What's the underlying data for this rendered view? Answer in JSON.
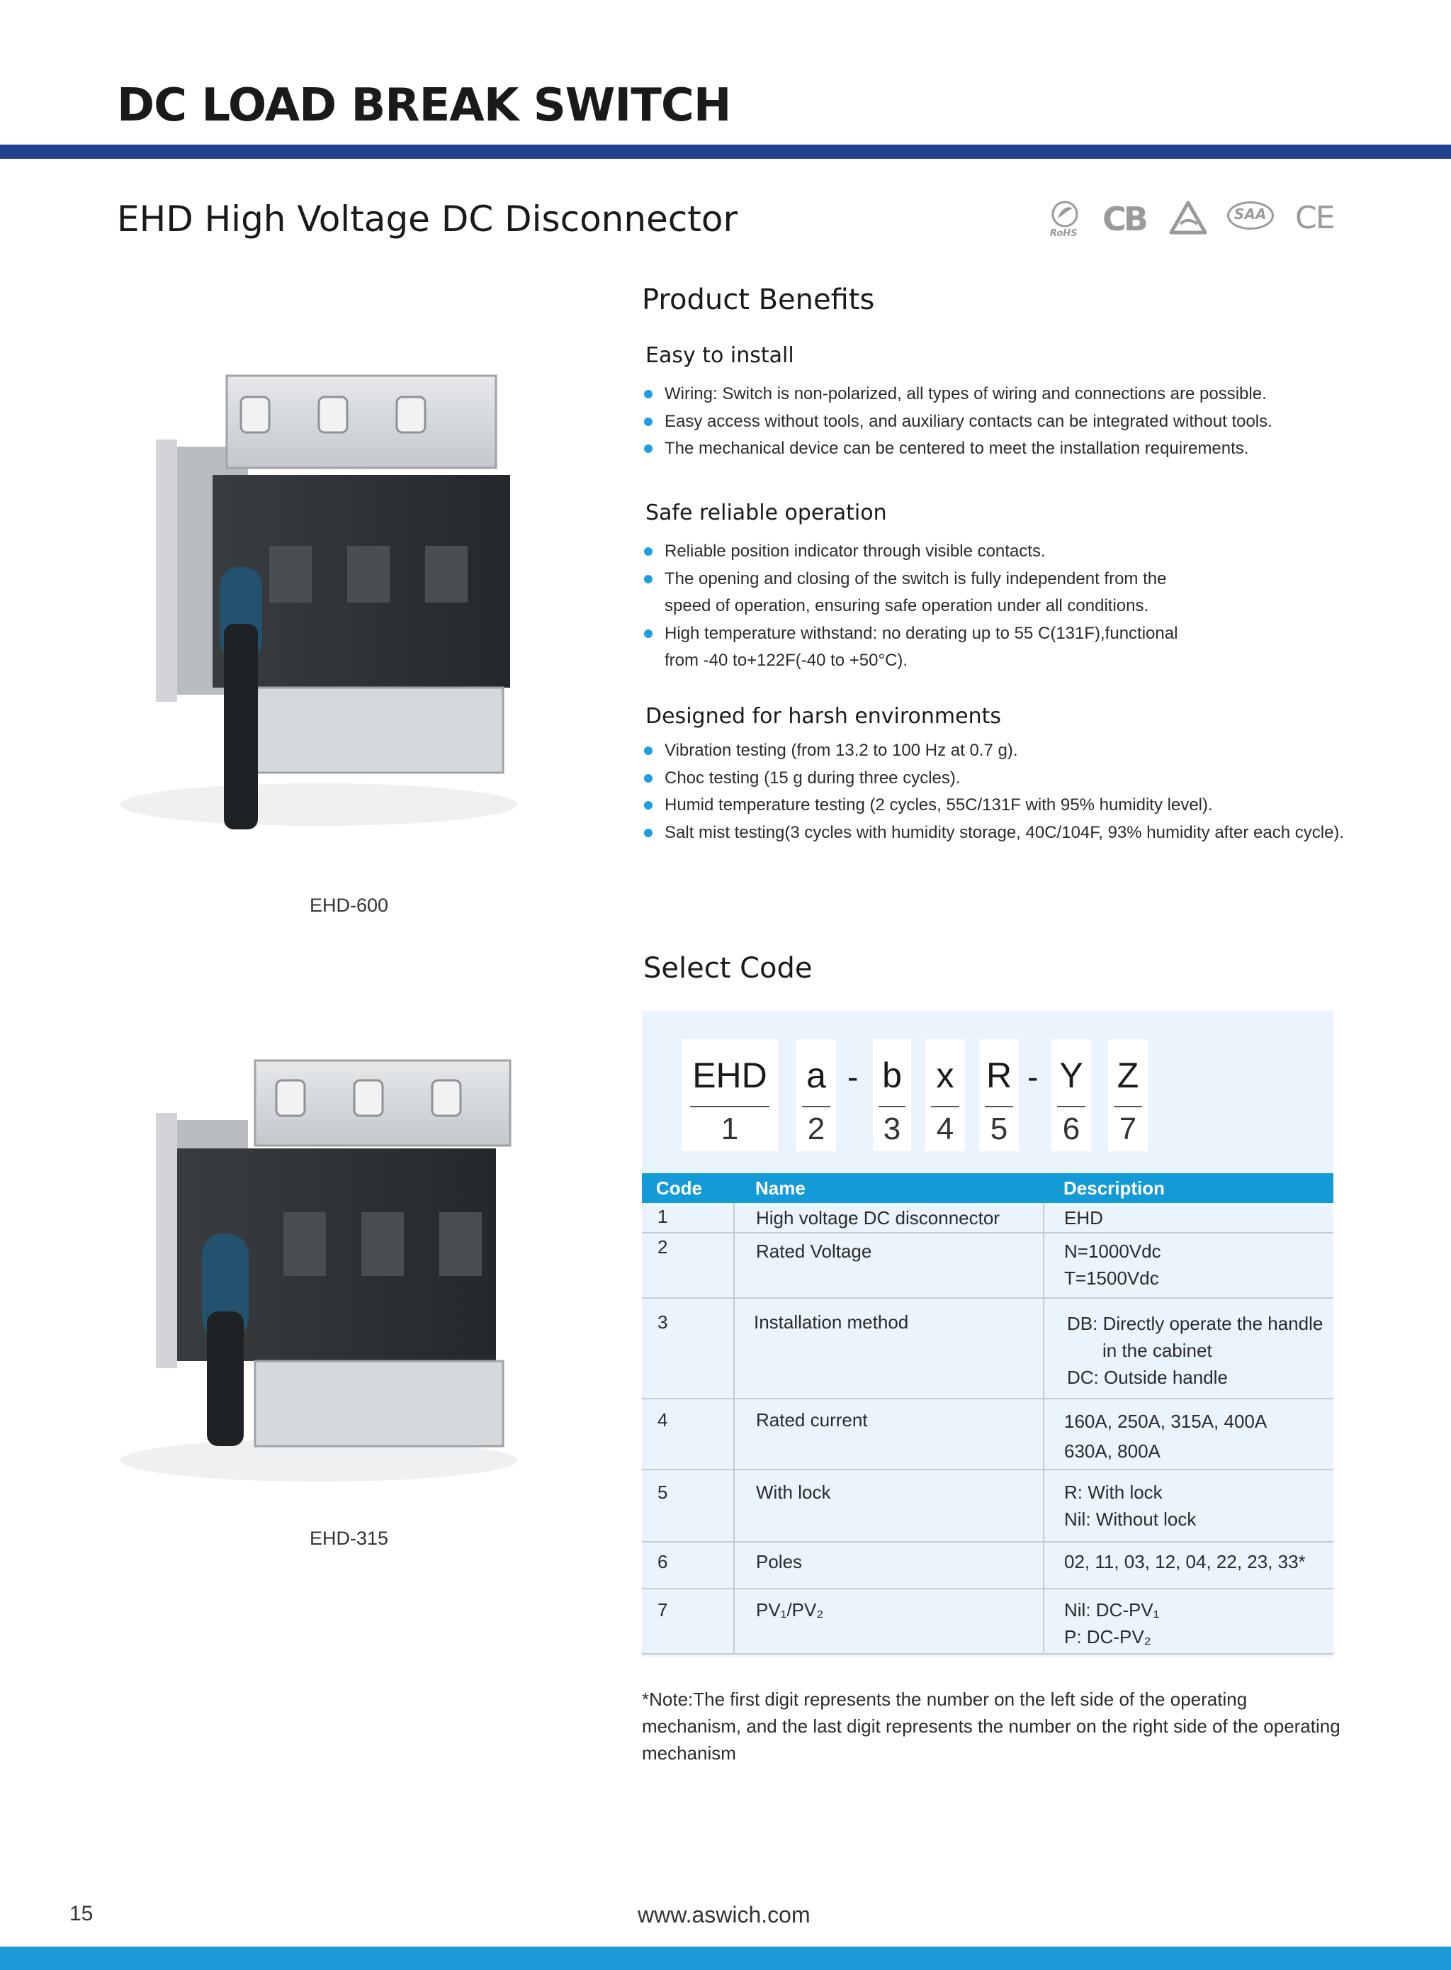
{
  "header": {
    "title": "DC LOAD BREAK SWITCH",
    "subtitle": "EHD High Voltage DC Disconnector",
    "rule_color": "#23408e"
  },
  "certifications": [
    {
      "name": "rohs-icon",
      "text": "RoHS"
    },
    {
      "name": "cb-icon",
      "text": "CB"
    },
    {
      "name": "triangle-cert-icon",
      "text": ""
    },
    {
      "name": "saa-icon",
      "text": "SAA"
    },
    {
      "name": "ce-icon",
      "text": "CE"
    }
  ],
  "products": [
    {
      "caption": "EHD-600"
    },
    {
      "caption": "EHD-315"
    }
  ],
  "benefits": {
    "title": "Product Benefits",
    "sections": [
      {
        "heading": "Easy to install",
        "items": [
          "Wiring: Switch is non-polarized, all types of wiring and connections are possible.",
          "Easy access without tools, and auxiliary contacts can be integrated without tools.",
          "The mechanical device can be centered to meet the installation requirements."
        ]
      },
      {
        "heading": "Safe reliable operation",
        "items": [
          "Reliable position indicator through visible contacts.",
          "The opening and closing of the switch is fully independent from the speed of operation, ensuring safe operation under all conditions.",
          "High temperature withstand: no derating up to 55 C(131F),functional from -40 to+122F(-40 to +50°C)."
        ]
      },
      {
        "heading": "Designed for harsh environments",
        "items": [
          "Vibration testing (from 13.2 to 100 Hz at 0.7 g).",
          "Choc testing (15 g during three cycles).",
          "Humid temperature testing (2 cycles, 55C/131F with 95% humidity level).",
          "Salt mist testing(3 cycles with humidity storage, 40C/104F, 93% humidity after each cycle)."
        ]
      }
    ]
  },
  "select_code": {
    "title": "Select Code",
    "segments": [
      {
        "symbol": "EHD",
        "number": "1"
      },
      {
        "symbol": "a",
        "number": "2"
      },
      {
        "symbol": "b",
        "number": "3"
      },
      {
        "symbol": "x",
        "number": "4"
      },
      {
        "symbol": "R",
        "number": "5"
      },
      {
        "symbol": "Y",
        "number": "6"
      },
      {
        "symbol": "Z",
        "number": "7"
      }
    ],
    "dash": "-",
    "table": {
      "headers": [
        "Code",
        "Name",
        "Description"
      ],
      "rows": [
        {
          "code": "1",
          "name": "High voltage DC disconnector",
          "desc": [
            "EHD"
          ]
        },
        {
          "code": "2",
          "name": "Rated Voltage",
          "desc": [
            "N=1000Vdc",
            "T=1500Vdc"
          ]
        },
        {
          "code": "3",
          "name": "Installation method",
          "desc": [
            "DB: Directly operate the handle",
            "in the cabinet",
            "DC: Outside handle"
          ]
        },
        {
          "code": "4",
          "name": "Rated current",
          "desc": [
            "160A, 250A, 315A, 400A",
            "630A, 800A"
          ]
        },
        {
          "code": "5",
          "name": "With lock",
          "desc": [
            "R: With lock",
            "Nil: Without lock"
          ]
        },
        {
          "code": "6",
          "name": "Poles",
          "desc": [
            "02, 11, 03, 12, 04, 22, 23, 33*"
          ]
        },
        {
          "code": "7",
          "name": "PV₁/PV₂",
          "desc": [
            "Nil: DC-PV₁",
            "P: DC-PV₂"
          ]
        }
      ]
    },
    "note": "*Note:The first digit represents the number on the left side of the operating mechanism, and the last digit represents the number on the right side of the operating mechanism"
  },
  "footer": {
    "page_number": "15",
    "website": "www.aswich.com",
    "bar_color": "#1c9ad8"
  },
  "colors": {
    "accent": "#159ad8",
    "bullet": "#1e9ee0",
    "panel": "#e9f4fc"
  }
}
